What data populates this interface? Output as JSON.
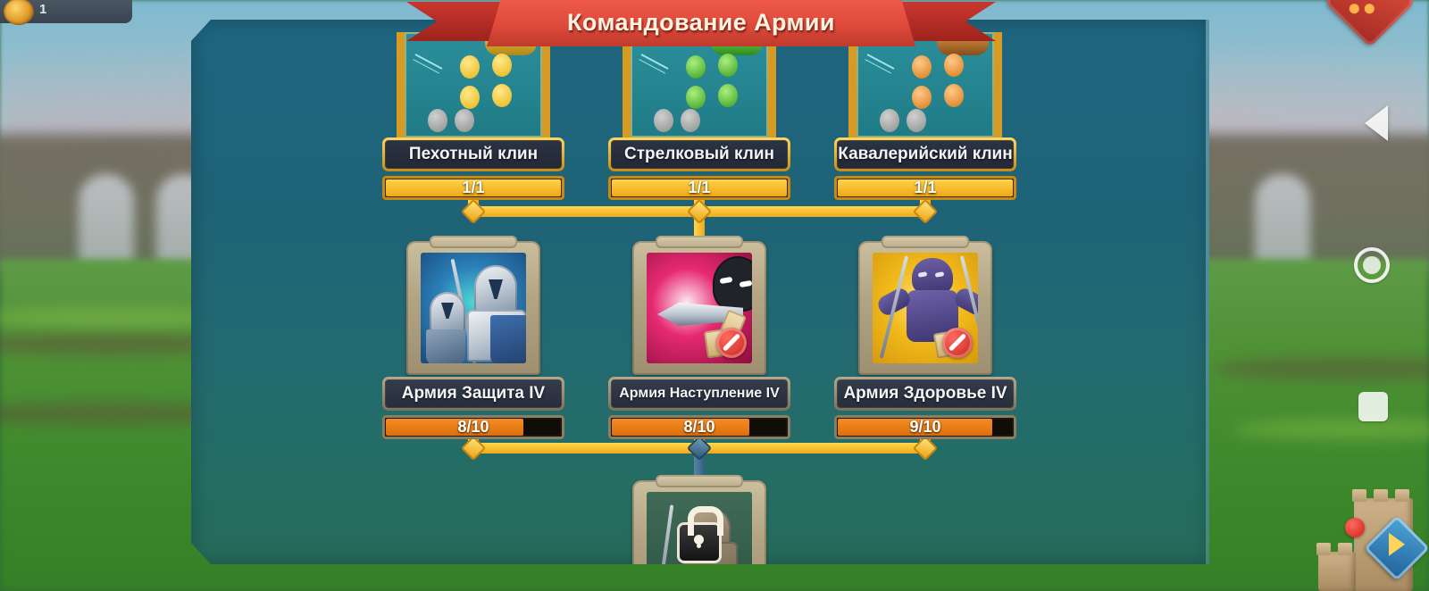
{
  "hud": {
    "resource_value": "1"
  },
  "panel": {
    "title": "Командование Армии"
  },
  "nodes_row1": [
    {
      "name": "Пехотный клин",
      "progress_text": "1/1",
      "fill_pct": 100,
      "art": "infantry-wedge",
      "state": "maxed"
    },
    {
      "name": "Стрелковый клин",
      "progress_text": "1/1",
      "fill_pct": 100,
      "art": "ranged-wedge",
      "state": "maxed"
    },
    {
      "name": "Кавалерийский клин",
      "progress_text": "1/1",
      "fill_pct": 100,
      "art": "cavalry-wedge",
      "state": "maxed"
    }
  ],
  "nodes_row2": [
    {
      "name": "Армия Защита IV",
      "progress_text": "8/10",
      "fill_pct": 80,
      "art": "knights",
      "state": "upgradable",
      "blocked": false
    },
    {
      "name": "Армия Наступление IV",
      "progress_text": "8/10",
      "fill_pct": 80,
      "art": "dark-blade",
      "state": "upgradable",
      "blocked": true
    },
    {
      "name": "Армия Здоровье IV",
      "progress_text": "9/10",
      "fill_pct": 90,
      "art": "ape-brute",
      "state": "upgradable",
      "blocked": true
    }
  ],
  "nodes_row3": [
    {
      "name": "",
      "state": "locked",
      "art": "locked-commander",
      "icon": "lock-icon"
    }
  ],
  "nav": {
    "back": "back-triangle",
    "home": "home-circle",
    "recents": "recents-square"
  },
  "castle_widget": {
    "icon": "castle-icon",
    "notification": "red-dot",
    "gem": "blue-diamond-gem"
  },
  "colors": {
    "panel_bg": "#1f6580",
    "ribbon": "#e04b3b",
    "gold": "#f0a81c",
    "orange_fill": "#f58c22",
    "locked_connector": "#2f5f80"
  }
}
